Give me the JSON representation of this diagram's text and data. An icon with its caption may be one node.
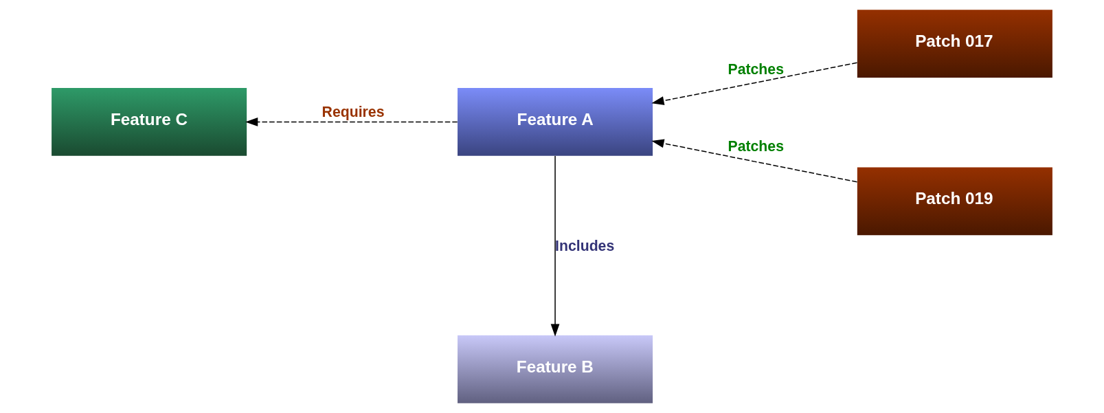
{
  "diagram": {
    "nodes": [
      {
        "text": [
          "Patch 017"
        ]
      },
      {
        "text": [
          "Feature C"
        ]
      },
      {
        "text": [
          "Feature A"
        ]
      },
      {
        "text": [
          "Patch 019"
        ]
      },
      {
        "text": [
          "Feature B"
        ]
      }
    ],
    "edges": [
      {
        "from": 0,
        "to": 2,
        "arrow": "to",
        "label": "Patches",
        "style": "dashed"
      },
      {
        "from": 2,
        "to": 1,
        "arrow": "to",
        "label": "Requires",
        "style": "dashed"
      },
      {
        "from": 3,
        "to": 2,
        "arrow": "to",
        "label": "Patches",
        "style": "dashed"
      },
      {
        "from": 2,
        "to": 4,
        "arrow": "to",
        "label": "Includes"
      }
    ]
  }
}
